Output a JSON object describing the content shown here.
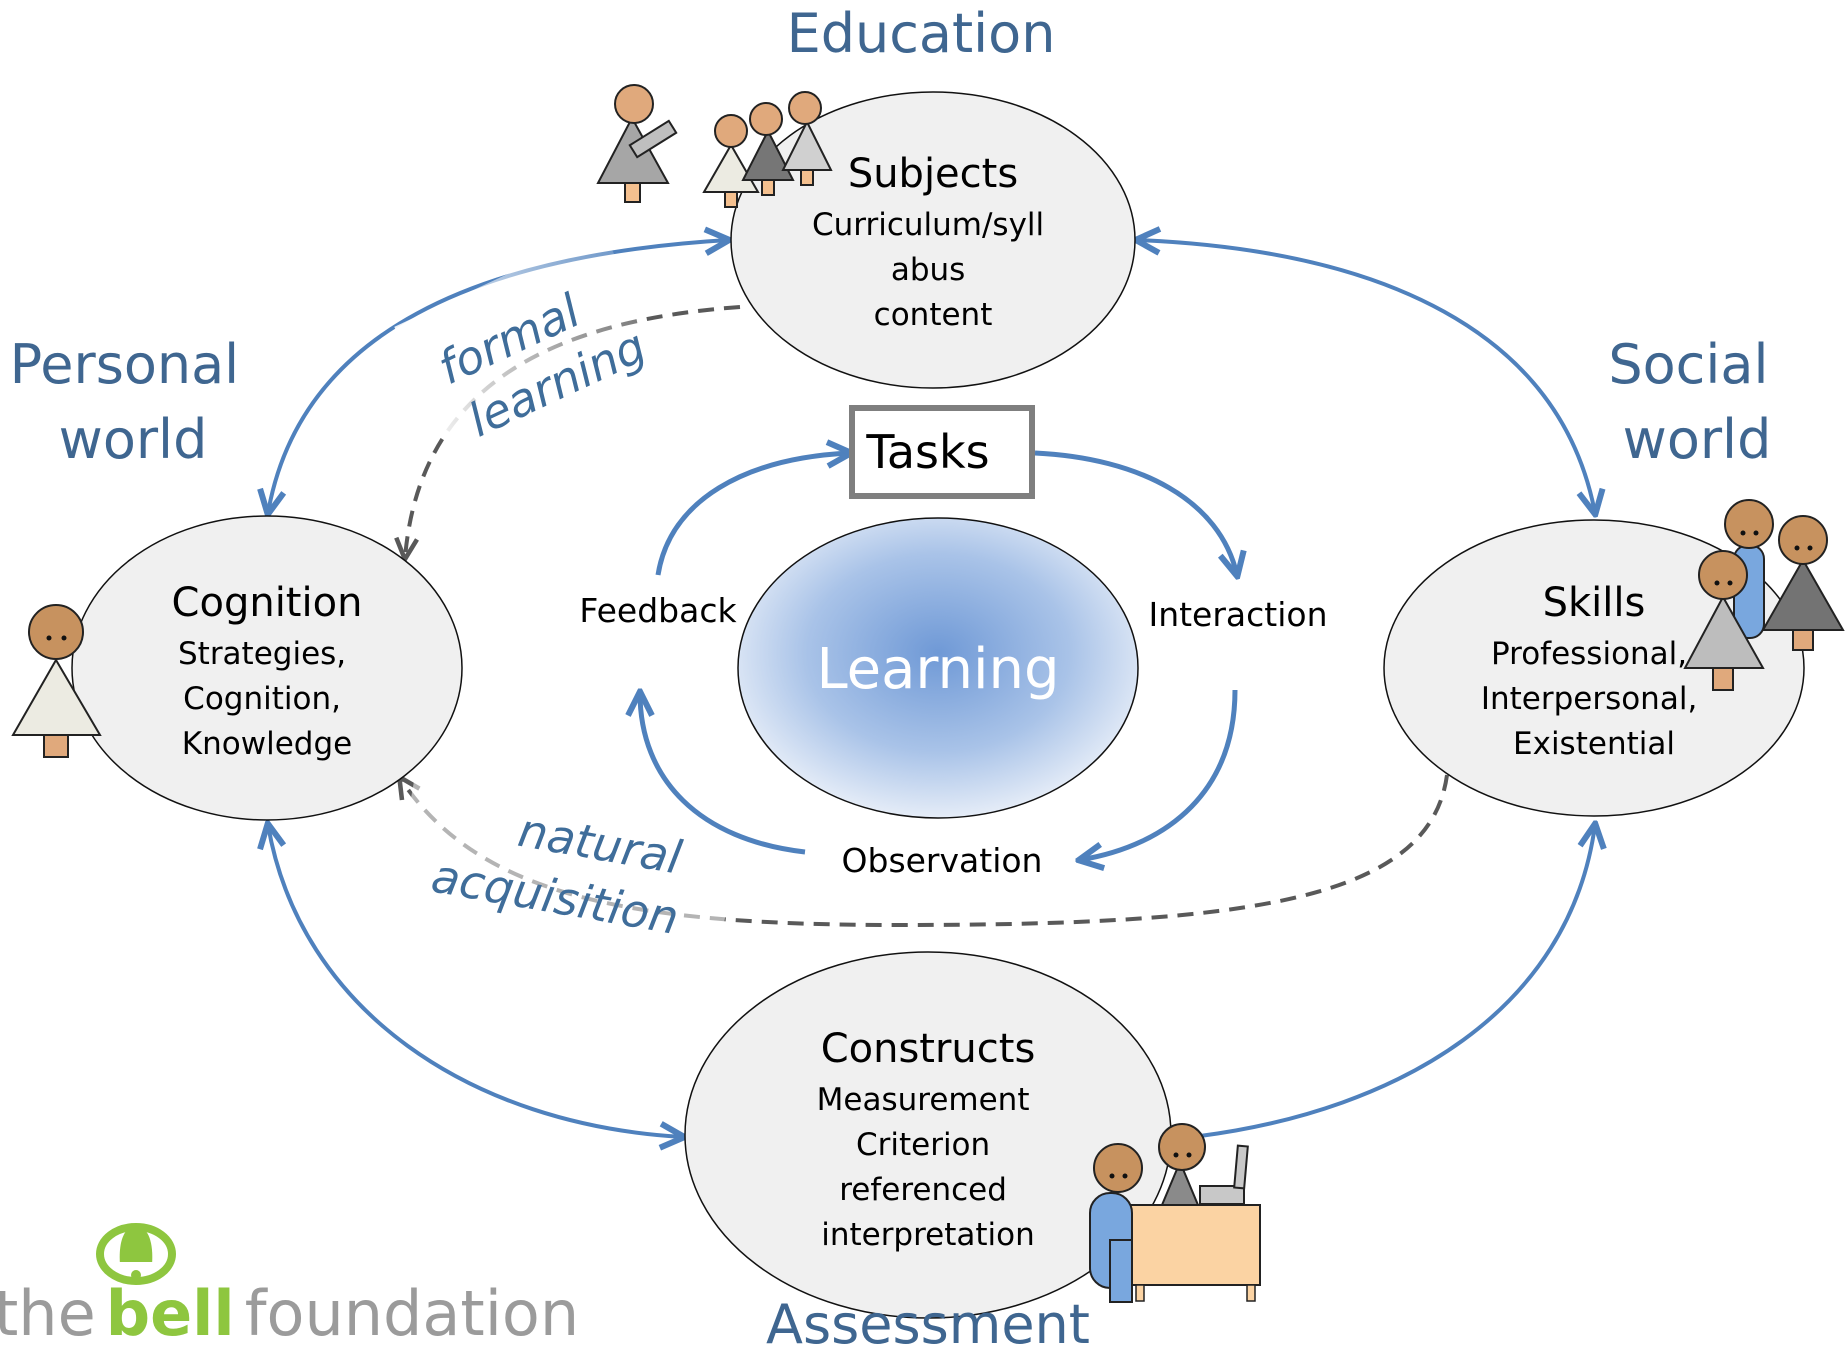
{
  "worlds": {
    "education": "Education",
    "assessment": "Assessment",
    "personal": [
      "Personal",
      "world"
    ],
    "social": [
      "Social",
      "world"
    ]
  },
  "nodes": {
    "subjects": {
      "title": "Subjects",
      "lines": [
        "Curriculum/syll",
        "abus",
        "content"
      ]
    },
    "cognition": {
      "title": "Cognition",
      "lines": [
        "Strategies,",
        "Cognition,",
        "Knowledge"
      ]
    },
    "skills": {
      "title": "Skills",
      "lines": [
        "Professional,",
        "Interpersonal,",
        "Existential"
      ]
    },
    "constructs": {
      "title": "Constructs",
      "lines": [
        "Measurement",
        "Criterion",
        "referenced",
        "interpretation"
      ]
    }
  },
  "center": {
    "learning": "Learning",
    "tasks": "Tasks",
    "feedback": "Feedback",
    "interaction": "Interaction",
    "observation": "Observation"
  },
  "paths": {
    "formal": [
      "formal",
      "learning"
    ],
    "natural": [
      "natural",
      "acquisition"
    ]
  },
  "logo": {
    "the": "the",
    "bell": "bell",
    "foundation": "foundation"
  },
  "colors": {
    "arrow_blue": "#4f81bd",
    "dashed_gray": "#595959",
    "world_text": "#3f6690",
    "node_fill": "#f0f0f0",
    "logo_green": "#8ec63f",
    "logo_gray": "#9b9b9b"
  }
}
